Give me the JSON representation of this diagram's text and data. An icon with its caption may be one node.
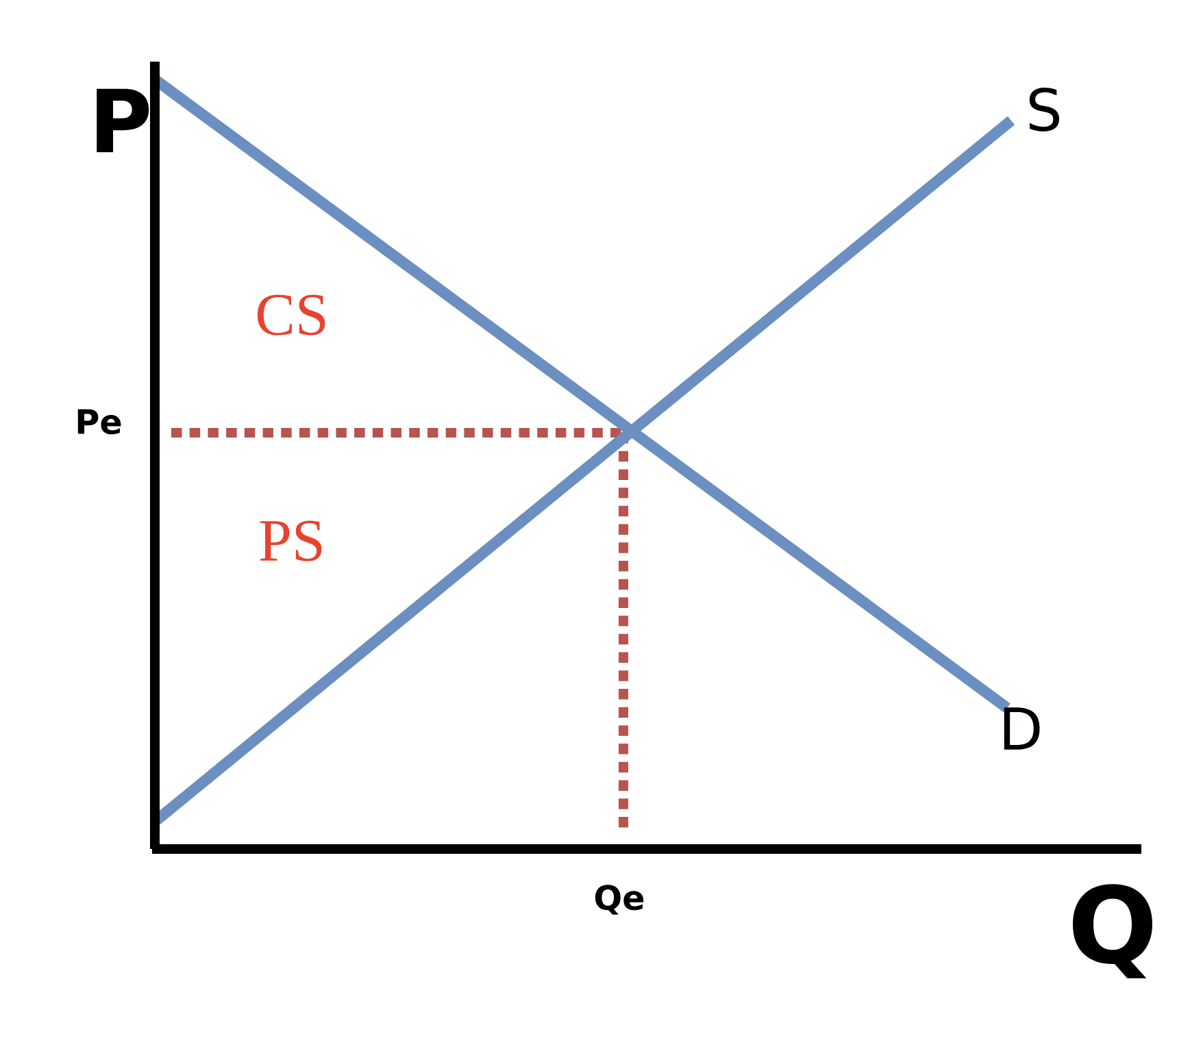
{
  "diagram": {
    "labels": [
      "P",
      "S",
      "CS",
      "Pe",
      "PS",
      "D",
      "Qe",
      "Q"
    ]
  }
}
